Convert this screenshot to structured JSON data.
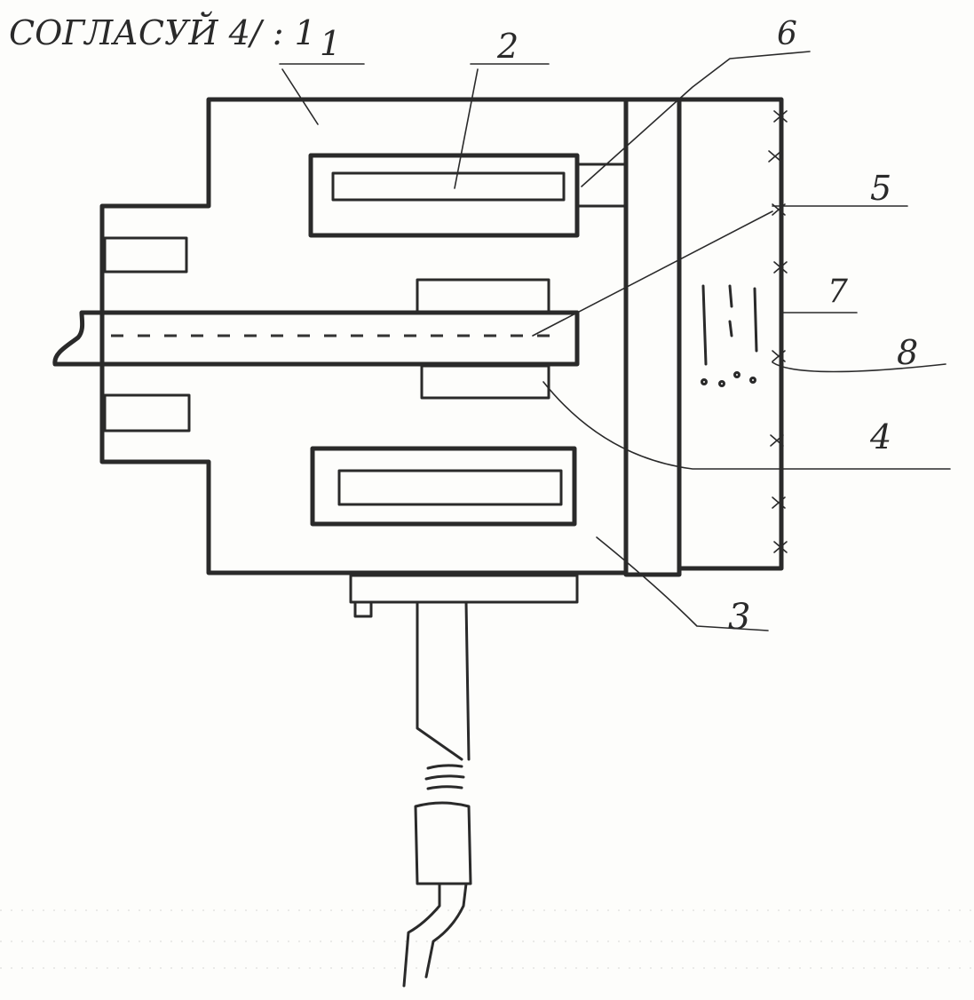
{
  "header": {
    "text": "СОГЛАСУЙ  4/ : 1"
  },
  "labels": {
    "l1": "1",
    "l2": "2",
    "l3": "3",
    "l4": "4",
    "l5": "5",
    "l6": "6",
    "l7": "7",
    "l8": "8"
  }
}
